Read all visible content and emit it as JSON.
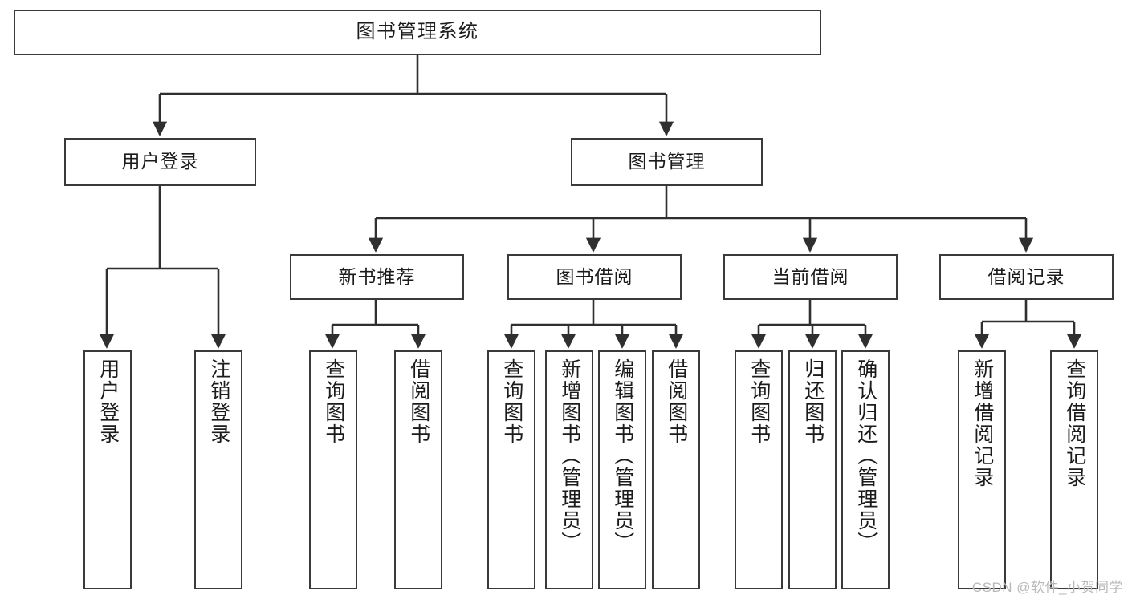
{
  "diagram": {
    "type": "tree-hierarchy",
    "title": "图书管理系统",
    "orientation": "top-down",
    "style": {
      "box_border_color": "#3a3a3a",
      "box_fill_color": "#ffffff",
      "edge_color": "#2f2f2f",
      "text_color": "#1b1b1b",
      "background_color": "#ffffff",
      "watermark_color": "#b9b9b9"
    }
  },
  "nodes": {
    "root": {
      "label": "图书管理系统",
      "level": 0
    },
    "level1": [
      {
        "id": "user-login",
        "label": "用户登录",
        "level": 1
      },
      {
        "id": "book-management",
        "label": "图书管理",
        "level": 1
      }
    ],
    "level2": [
      {
        "id": "new-book-recommend",
        "label": "新书推荐",
        "level": 2
      },
      {
        "id": "book-borrow",
        "label": "图书借阅",
        "level": 2
      },
      {
        "id": "current-borrow",
        "label": "当前借阅",
        "level": 2
      },
      {
        "id": "borrow-record",
        "label": "借阅记录",
        "level": 2
      }
    ],
    "leaves": [
      {
        "id": "leaf-user-login",
        "label": "用户登录",
        "parent": "user-login"
      },
      {
        "id": "leaf-logout",
        "label": "注销登录",
        "parent": "user-login"
      },
      {
        "id": "leaf-query-book-1",
        "label": "查询图书",
        "parent": "new-book-recommend"
      },
      {
        "id": "leaf-borrow-book-1",
        "label": "借阅图书",
        "parent": "new-book-recommend"
      },
      {
        "id": "leaf-query-book-2",
        "label": "查询图书",
        "parent": "book-borrow"
      },
      {
        "id": "leaf-add-book",
        "label": "新增图书（管理员）",
        "parent": "book-borrow"
      },
      {
        "id": "leaf-edit-book",
        "label": "编辑图书（管理员）",
        "parent": "book-borrow"
      },
      {
        "id": "leaf-borrow-book-2",
        "label": "借阅图书",
        "parent": "book-borrow"
      },
      {
        "id": "leaf-query-book-3",
        "label": "查询图书",
        "parent": "current-borrow"
      },
      {
        "id": "leaf-return-book",
        "label": "归还图书",
        "parent": "current-borrow"
      },
      {
        "id": "leaf-confirm-return",
        "label": "确认归还（管理员）",
        "parent": "current-borrow"
      },
      {
        "id": "leaf-add-record",
        "label": "新增借阅记录",
        "parent": "borrow-record"
      },
      {
        "id": "leaf-query-record",
        "label": "查询借阅记录",
        "parent": "borrow-record"
      }
    ]
  },
  "watermark": {
    "text": "CSDN @软件_小贺同学"
  }
}
